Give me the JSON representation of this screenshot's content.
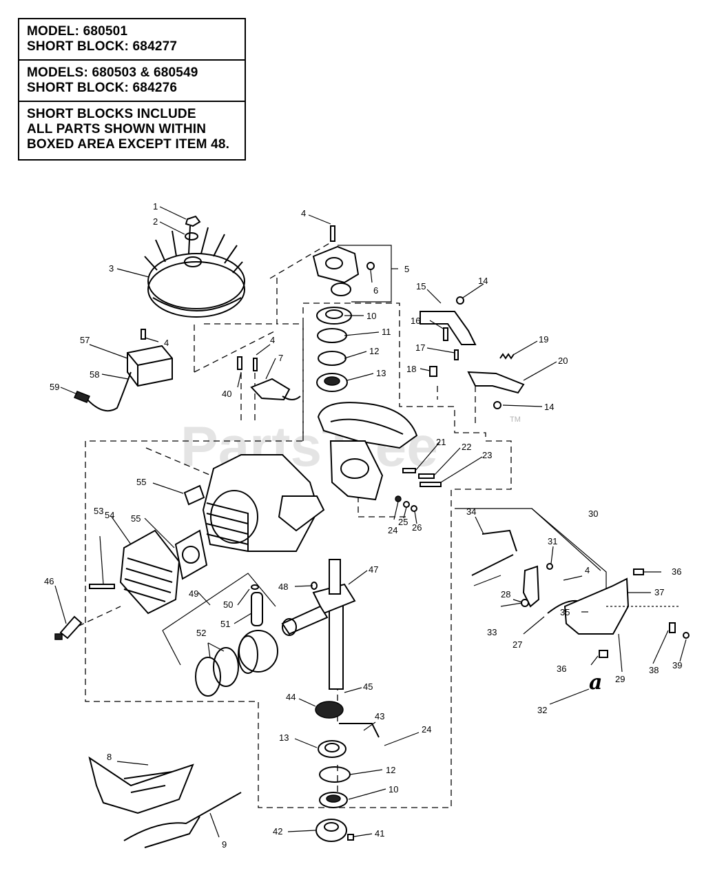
{
  "info_box": {
    "section1": {
      "line1": "MODEL: 680501",
      "line2": "SHORT BLOCK: 684277"
    },
    "section2": {
      "line1": "MODELS: 680503 & 680549",
      "line2": "SHORT BLOCK: 684276"
    },
    "section3": {
      "line1": "SHORT BLOCKS INCLUDE",
      "line2": "ALL PARTS SHOWN WITHIN",
      "line3": "BOXED AREA EXCEPT ITEM 48."
    }
  },
  "watermark": {
    "text": "PartsTree",
    "tm": "TM"
  },
  "callouts": [
    "1",
    "2",
    "3",
    "4",
    "4",
    "4",
    "4",
    "5",
    "6",
    "7",
    "8",
    "9",
    "10",
    "10",
    "11",
    "12",
    "12",
    "13",
    "13",
    "14",
    "14",
    "15",
    "16",
    "17",
    "18",
    "19",
    "20",
    "21",
    "22",
    "23",
    "24",
    "24",
    "25",
    "26",
    "27",
    "28",
    "29",
    "30",
    "31",
    "32",
    "33",
    "34",
    "35",
    "36",
    "36",
    "37",
    "38",
    "39",
    "40",
    "41",
    "42",
    "43",
    "44",
    "45",
    "46",
    "47",
    "48",
    "49",
    "50",
    "51",
    "52",
    "53",
    "54",
    "55",
    "55",
    "57",
    "58",
    "59"
  ],
  "handwritten_mark": "a"
}
